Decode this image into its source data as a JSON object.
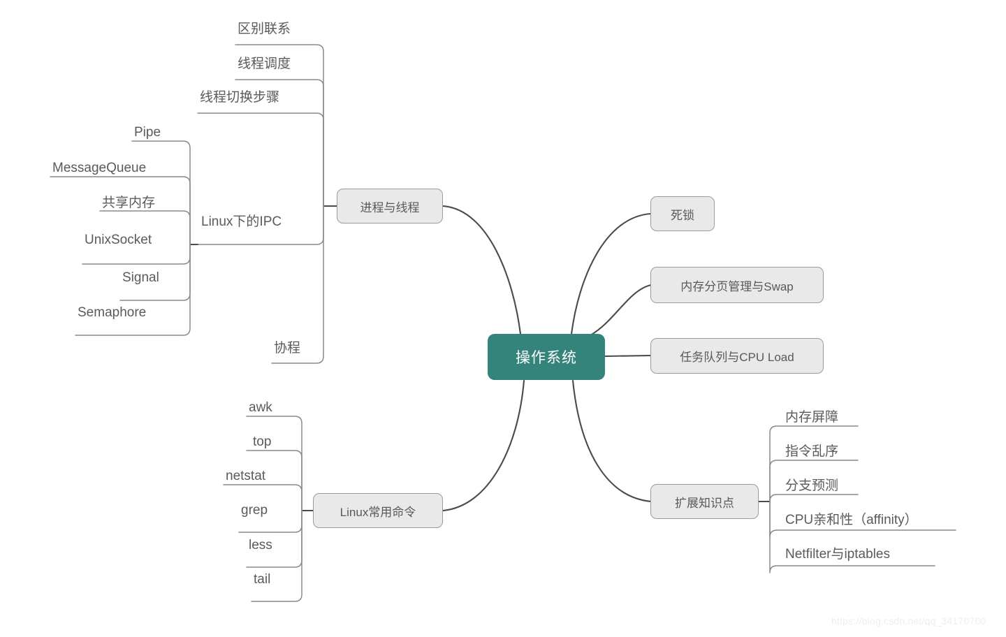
{
  "diagram": {
    "type": "mind-map",
    "title": "操作系统",
    "colors": {
      "root_fill": "#35847c",
      "root_text": "#ffffff",
      "node_fill": "#e9e9e9",
      "node_border": "#9b9b9b",
      "node_text": "#595959",
      "leaf_text": "#5a5a5a",
      "connector": "#4a4a4a",
      "background": "#ffffff",
      "watermark": "#eeeeee"
    }
  },
  "root": {
    "label": "操作系统"
  },
  "branches": {
    "process_thread": {
      "label": "进程与线程",
      "children": [
        {
          "label": "区别联系"
        },
        {
          "label": "线程调度"
        },
        {
          "label": "线程切换步骤"
        },
        {
          "label": "Linux下的IPC",
          "children": [
            {
              "label": "Pipe"
            },
            {
              "label": "MessageQueue"
            },
            {
              "label": "共享内存"
            },
            {
              "label": "UnixSocket"
            },
            {
              "label": "Signal"
            },
            {
              "label": "Semaphore"
            }
          ]
        },
        {
          "label": "协程"
        }
      ]
    },
    "linux_commands": {
      "label": "Linux常用命令",
      "children": [
        {
          "label": "awk"
        },
        {
          "label": "top"
        },
        {
          "label": "netstat"
        },
        {
          "label": "grep"
        },
        {
          "label": "less"
        },
        {
          "label": "tail"
        }
      ]
    },
    "deadlock": {
      "label": "死锁"
    },
    "memory_paging": {
      "label": "内存分页管理与Swap"
    },
    "task_queue": {
      "label": "任务队列与CPU Load"
    },
    "extensions": {
      "label": "扩展知识点",
      "children": [
        {
          "label": "内存屏障"
        },
        {
          "label": "指令乱序"
        },
        {
          "label": "分支预测"
        },
        {
          "label": "CPU亲和性（affinity）"
        },
        {
          "label": "Netfilter与iptables"
        }
      ]
    }
  },
  "watermark": {
    "text": "https://blog.csdn.net/qq_34170700"
  }
}
